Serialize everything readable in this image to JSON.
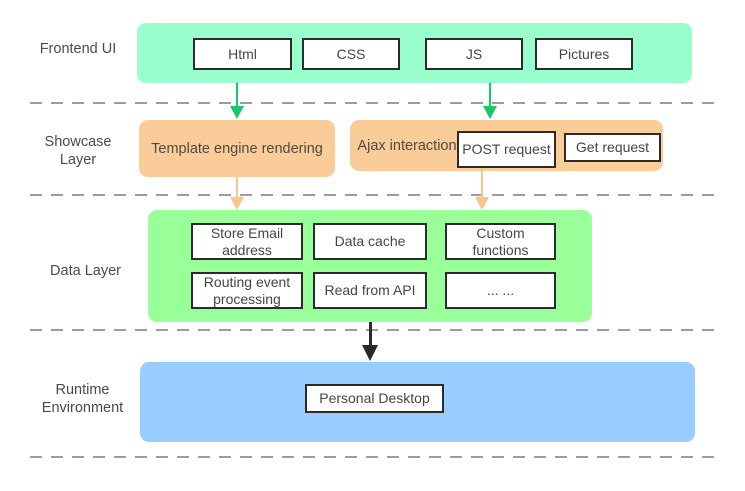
{
  "diagram": {
    "frontend": {
      "label": "Frontend UI",
      "items": [
        "Html",
        "CSS",
        "JS",
        "Pictures"
      ]
    },
    "showcase": {
      "label": "Showcase Layer",
      "template_box": "Template engine rendering",
      "ajax_label": "Ajax interaction",
      "post_box": "POST request",
      "get_box": "Get request"
    },
    "data_layer": {
      "label": "Data Layer",
      "items": [
        "Store Email address",
        "Data cache",
        "Custom functions",
        "Routing event processing",
        "Read from API",
        "... ..."
      ]
    },
    "runtime": {
      "label": "Runtime Environment",
      "desktop_box": "Personal Desktop"
    },
    "colors": {
      "frontend_band": "#99ffcc",
      "showcase_band": "#facc99",
      "data_band": "#99ff99",
      "runtime_band": "#99ccff",
      "green_arrow": "#15c966",
      "orange_arrow": "#f8c591",
      "black_arrow": "#2a2a2a",
      "dashed_line": "#9c9c9c"
    }
  }
}
